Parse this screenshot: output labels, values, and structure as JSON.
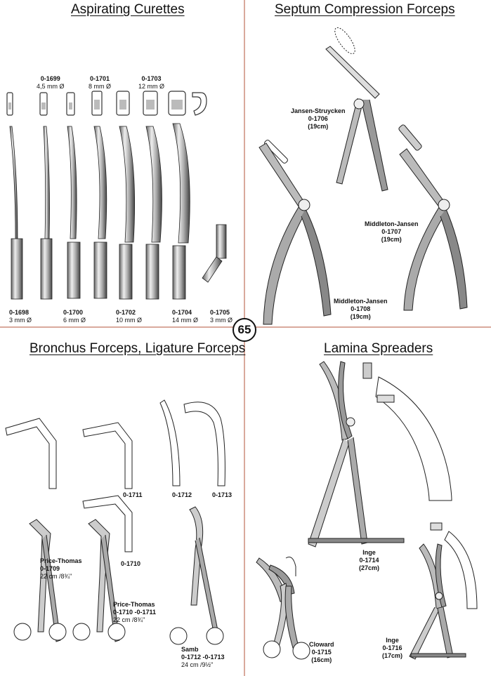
{
  "page_number": "65",
  "sections": {
    "aspirating": {
      "title": "Aspirating Curettes",
      "top_labels": [
        {
          "code": "0-1699",
          "size": "4,5 mm Ø"
        },
        {
          "code": "0-1701",
          "size": "8 mm Ø"
        },
        {
          "code": "0-1703",
          "size": "12 mm Ø"
        }
      ],
      "bottom_labels": [
        {
          "code": "0-1698",
          "size": "3 mm Ø"
        },
        {
          "code": "0-1700",
          "size": "6 mm Ø"
        },
        {
          "code": "0-1702",
          "size": "10 mm Ø"
        },
        {
          "code": "0-1704",
          "size": "14 mm Ø"
        },
        {
          "code": "0-1705",
          "size": "3 mm Ø"
        }
      ]
    },
    "septum": {
      "title": "Septum Compression Forceps",
      "items": [
        {
          "name": "Jansen-Struycken",
          "code": "0-1706",
          "len": "(19cm)"
        },
        {
          "name": "Middleton-Jansen",
          "code": "0-1707",
          "len": "(19cm)"
        },
        {
          "name": "Middleton-Jansen",
          "code": "0-1708",
          "len": "(19cm)"
        }
      ]
    },
    "bronchus": {
      "title": "Bronchus Forceps, Ligature Forceps",
      "tip_labels": [
        "0-1711",
        "0-1712",
        "0-1713",
        "0-1710"
      ],
      "items": [
        {
          "name": "Price-Thomas",
          "code": "0-1709",
          "len": "22 cm /8¾\""
        },
        {
          "name": "Price-Thomas",
          "code": "0-1710 -0-1711",
          "len": "22 cm /8¾\""
        },
        {
          "name": "Samb",
          "code": "0-1712 -0-1713",
          "len": "24 cm /9½\""
        }
      ]
    },
    "lamina": {
      "title": "Lamina Spreaders",
      "items": [
        {
          "name": "Inge",
          "code": "0-1714",
          "len": "(27cm)"
        },
        {
          "name": "Cloward",
          "code": "0-1715",
          "len": "(16cm)"
        },
        {
          "name": "Inge",
          "code": "0-1716",
          "len": "(17cm)"
        }
      ]
    }
  }
}
